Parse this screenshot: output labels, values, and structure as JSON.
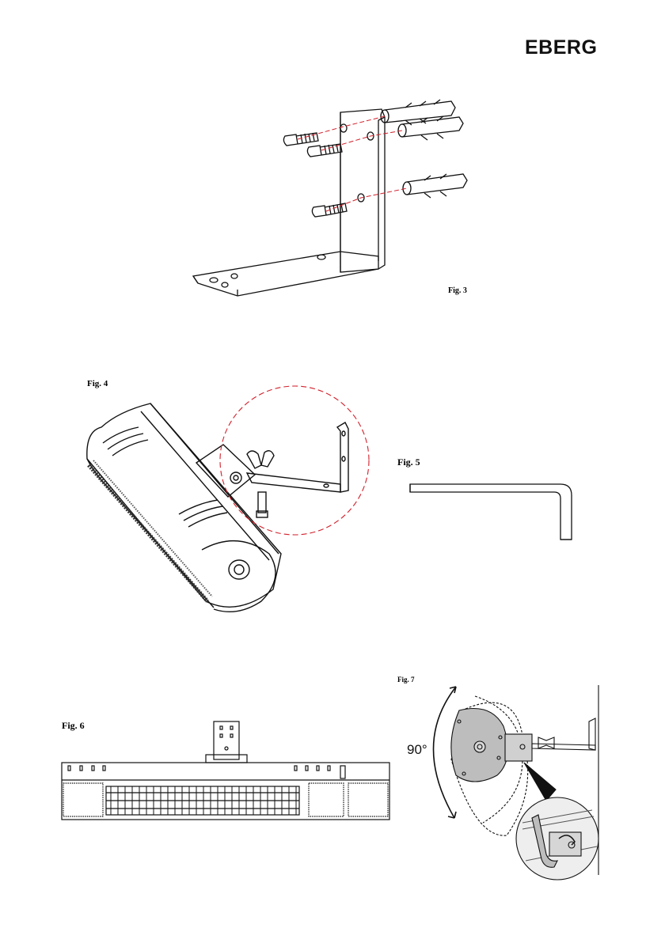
{
  "brand": {
    "logo_text": "EBERG"
  },
  "figures": {
    "fig3": {
      "label": "Fig. 3"
    },
    "fig4": {
      "label": "Fig. 4"
    },
    "fig5": {
      "label": "Fig. 5"
    },
    "fig6": {
      "label": "Fig. 6"
    },
    "fig7": {
      "label": "Fig. 7",
      "rotation_angle": "90°"
    }
  },
  "colors": {
    "line": "#111111",
    "dashed": "#d21f2a",
    "fill_grey": "#bdbdbd"
  }
}
